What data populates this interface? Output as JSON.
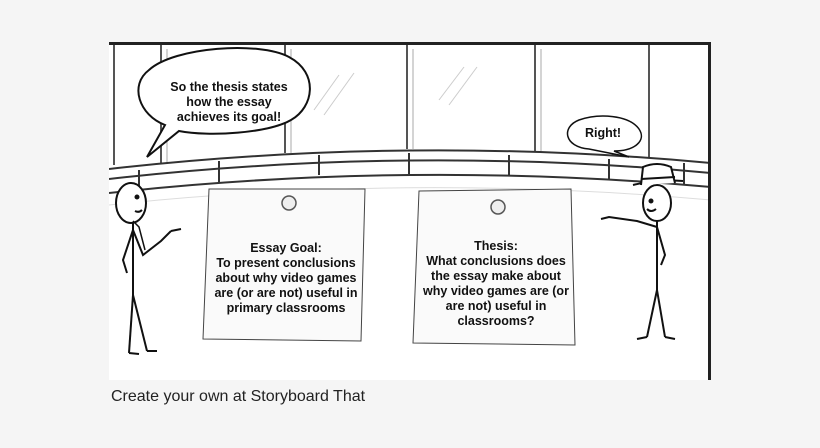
{
  "bubble_left": {
    "lines": [
      "So the thesis states",
      "how the essay",
      "achieves its goal!"
    ]
  },
  "bubble_right": {
    "text": "Right!"
  },
  "note_left": {
    "lines": [
      "Essay Goal:",
      "To present conclusions",
      "about why video games",
      "are (or are not) useful in",
      "primary classrooms"
    ]
  },
  "note_right": {
    "lines": [
      "Thesis:",
      "What conclusions does",
      "the essay make about",
      "why video games are (or",
      "are not) useful in",
      "classrooms?"
    ]
  },
  "caption": "Create your own at Storyboard That",
  "colors": {
    "background": "#f5f5f5",
    "panel": "#ffffff",
    "ink": "#222222"
  }
}
